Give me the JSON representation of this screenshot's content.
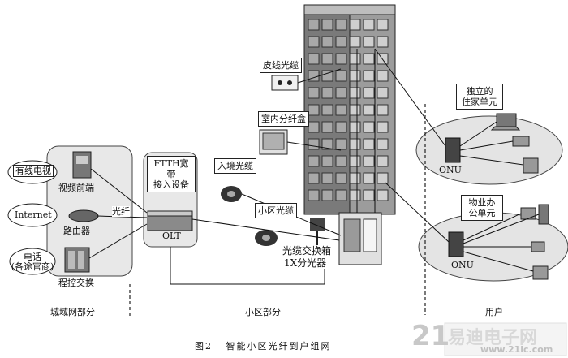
{
  "labels": {
    "catv": "有线电视",
    "video_head": "视频前端",
    "internet": "Internet",
    "router": "路由器",
    "phone": "电话",
    "phone_sub": "(各途官商)",
    "switch": "程控交换",
    "fiber": "光纤",
    "ftth_line1": "FTTH宽带",
    "ftth_line2": "接入设备",
    "olt": "OLT",
    "entry_cable": "入境光缆",
    "drop_cable": "皮线光缆",
    "indoor_box": "室内分纤盒",
    "community_cable": "小区光缆",
    "cross_box": "光缆交换箱",
    "splitter": "1X分光器",
    "home_line1": "独立的",
    "home_line2": "住家单元",
    "office_line1": "物业办",
    "office_line2": "公单元",
    "onu": "ONU"
  },
  "sections": {
    "metro": "城域网部分",
    "community": "小区部分",
    "user": "用户"
  },
  "caption": {
    "fig": "图2",
    "title": "智能小区光纤到户组网"
  },
  "watermark": {
    "left": "21",
    "right": "易迪电子网",
    "url": "www.21ic.com"
  },
  "colors": {
    "line": "#111111",
    "panel": "#e6e6e6",
    "building_dark": "#6f6f6f",
    "building_light": "#bdbdbd"
  }
}
